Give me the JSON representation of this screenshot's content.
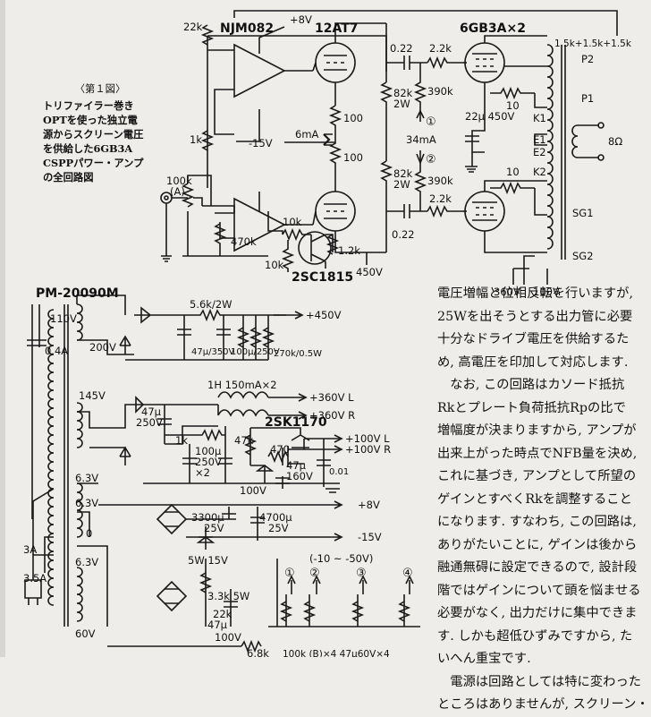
{
  "caption": {
    "title": "〈第１図〉",
    "lines": [
      "トリファイラー巻き",
      "OPTを使った独立電",
      "源からスクリーン電圧",
      "を供給した6GB3A",
      "CSPPパワー・アンプ",
      "の全回路図"
    ]
  },
  "top_circuit": {
    "opamp": "NJM082",
    "driver_tube": "12AT7",
    "output_tubes": "6GB3A×2",
    "supply_plus": "+8V",
    "supply_minus": "-15V",
    "r_22k": "22k",
    "r_1k": "1k",
    "r_470k": "470k",
    "volume": "100k",
    "volume_tag": "(A)",
    "r_100_a": "100",
    "r_100_b": "100",
    "current_6ma": "6mA",
    "r_82k_a": "82k",
    "r_82k_a2": "2W",
    "r_82k_b": "82k",
    "r_82k_b2": "2W",
    "c_022_a": "0.22",
    "c_022_b": "0.22",
    "r_22k_a": "2.2k",
    "r_22k_b": "2.2k",
    "r_390k_a": "390k",
    "r_390k_b": "390k",
    "bias1": "①",
    "bias2": "②",
    "current_34ma": "34mA",
    "r_10k_a": "10k",
    "r_10k_b": "10k",
    "r_12k": "1.2k",
    "transistor": "2SC1815",
    "v450": "450V",
    "r_10_a": "10",
    "r_10_b": "10",
    "cap_22u": "22μ 450V",
    "opt_taps": "1.5k+1.5k+1.5k",
    "p2": "P2",
    "p1": "P1",
    "k1": "K1",
    "e1": "E1",
    "e2": "E2",
    "k2": "K2",
    "sg1": "SG1",
    "sg2": "SG2",
    "speaker": "8Ω",
    "v360": "360V",
    "v100": "100V"
  },
  "power_supply": {
    "transformer": "PM-20090M",
    "v110": "110V",
    "fuse_04a": "0.4A",
    "v200": "200V",
    "r_56k": "5.6k/2W",
    "c_47u": "47μ/350V",
    "c_100u": "100μ/250V",
    "r_270k": "270k/0.5W",
    "out_450": "+450V",
    "v145": "145V",
    "choke": "1H 150mA×2",
    "out_360l": "+360V L",
    "out_360r": "+360V R",
    "c_47u_250": "47μ",
    "c_47u_250b": "250V",
    "fet": "2SK1170",
    "r_1k": "1k",
    "c_100u_250": "100μ",
    "c_100u_250b": "250V",
    "c_100u_250c": "×2",
    "r_47k": "47k",
    "r_470": "470",
    "c_47u_160": "47μ",
    "c_47u_160b": "160V",
    "c_001": "0.01",
    "out_100l": "+100V L",
    "out_100r": "+100V R",
    "v100": "100V",
    "fuse_3a": "3A",
    "v63_a": "6.3V",
    "fuse_35a": "3.5A",
    "v63_b": "6.3V",
    "tap_0": "0",
    "v63_c": "6.3V",
    "c_3300": "3300μ",
    "c_3300b": "25V",
    "c_4700": "4700μ",
    "c_4700b": "25V",
    "zener": "5W 15V",
    "out_8v": "+8V",
    "out_m15v": "-15V",
    "bias_range": "(-10 ~ -50V)",
    "r_33k": "3.3k 5W",
    "r_22k": "22k",
    "c_47u_100": "47μ",
    "c_47u_100b": "100V",
    "v60": "60V",
    "bias_taps": [
      "①",
      "②",
      "③",
      "④"
    ],
    "r_68k": "6.8k",
    "bias_pots": "100k (B)×4 47μ60V×4"
  },
  "body_text": [
    "電圧増幅と位相反転を行いますが,",
    "25Wを出そうとする出力管に必要",
    "十分なドライブ電圧を供給するた",
    "め, 高電圧を印加して対応します.",
    "　なお, この回路はカソード抵抗",
    "Rkとプレート負荷抵抗Rpの比で",
    "増幅度が決まりますから, アンプが",
    "出来上がった時点でNFB量を決め,",
    "これに基づき, アンプとして所望の",
    "ゲインとすべくRkを調整すること",
    "になります. すなわち, この回路は,",
    "ありがたいことに, ゲインは後から",
    "融通無碍に設定できるので, 設計段",
    "階ではゲインについて頭を悩ませる",
    "必要がなく, 出力だけに集中できま",
    "す. しかも超低ひずみですから, た",
    "いへん重宝です.",
    "　電源は回路としては特に変わった",
    "ところはありませんが, スクリーン・"
  ]
}
